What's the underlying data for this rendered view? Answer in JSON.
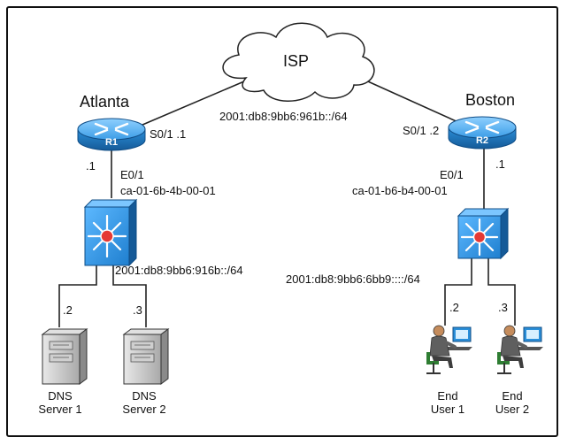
{
  "isp": {
    "label": "ISP"
  },
  "wan": {
    "network": "2001:db8:9bb6:961b::/64"
  },
  "atlanta": {
    "site": "Atlanta",
    "router": {
      "name": "R1",
      "serial": "S0/1 .1",
      "lan_host": ".1",
      "eth": "E0/1",
      "mac": "ca-01-6b-4b-00-01"
    },
    "lan": {
      "network": "2001:db8:9bb6:916b::/64"
    },
    "servers": [
      {
        "host": ".2",
        "line1": "DNS",
        "line2": "Server 1"
      },
      {
        "host": ".3",
        "line1": "DNS",
        "line2": "Server 2"
      }
    ]
  },
  "boston": {
    "site": "Boston",
    "router": {
      "name": "R2",
      "serial": "S0/1 .2",
      "lan_host": ".1",
      "eth": "E0/1",
      "mac": "ca-01-b6-b4-00-01"
    },
    "lan": {
      "network": "2001:db8:9bb6:6bb9::::/64"
    },
    "users": [
      {
        "host": ".2",
        "line1": "End",
        "line2": "User 1"
      },
      {
        "host": ".3",
        "line1": "End",
        "line2": "User 2"
      }
    ]
  },
  "colors": {
    "device_blue": "#2b8fd9",
    "device_dark": "#1a5e9e",
    "switch_core": "#e53935",
    "link": "#222222"
  }
}
